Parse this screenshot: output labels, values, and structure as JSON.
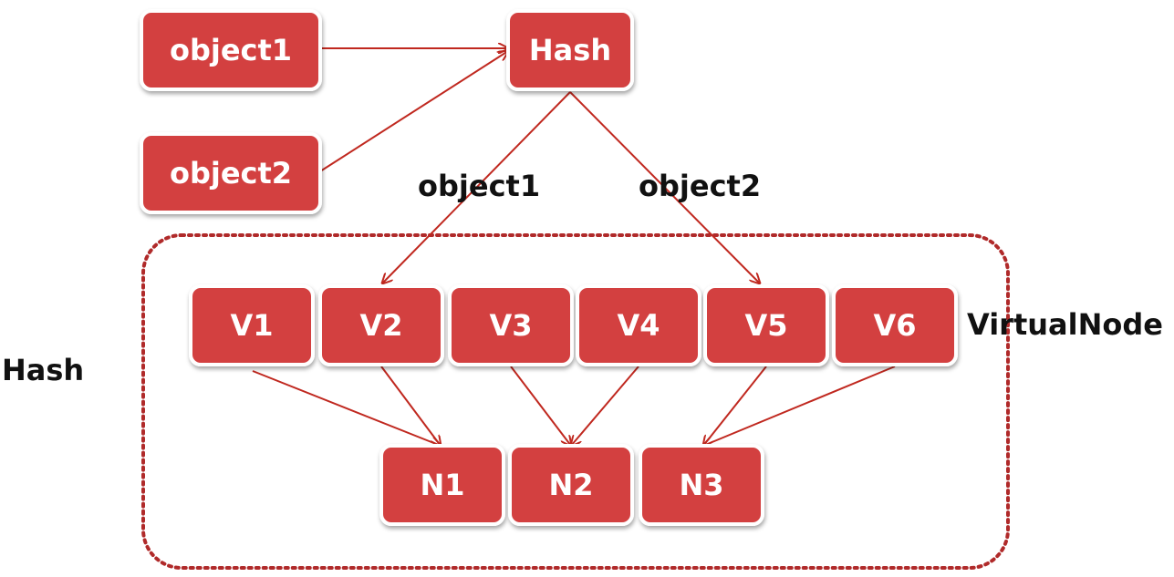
{
  "colors": {
    "node_fill": "#d33f3f",
    "arrow": "#c0281f",
    "boundary": "#b02a2a"
  },
  "nodes": {
    "object1": "object1",
    "object2": "object2",
    "hash": "Hash",
    "v1": "V1",
    "v2": "V2",
    "v3": "V3",
    "v4": "V4",
    "v5": "V5",
    "v6": "V6",
    "n1": "N1",
    "n2": "N2",
    "n3": "N3"
  },
  "labels": {
    "edge_object1": "object1",
    "edge_object2": "object2",
    "virtual_node": "VirtualNode",
    "hash_region": "Hash"
  }
}
